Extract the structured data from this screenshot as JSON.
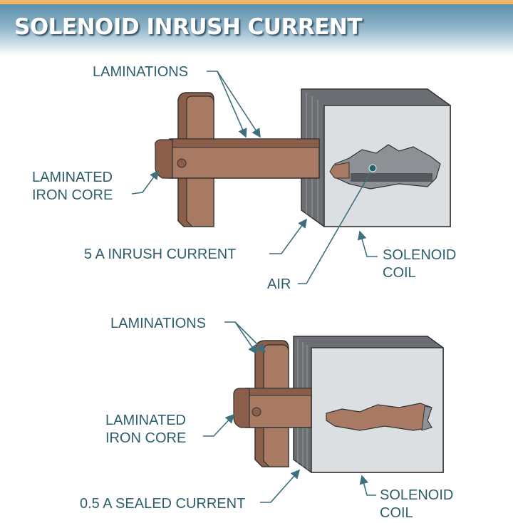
{
  "title": "SOLENOID INRUSH CURRENT",
  "top_diagram": {
    "laminations": "LAMINATIONS",
    "core_line1": "LAMINATED",
    "core_line2": "IRON CORE",
    "current": "5 A INRUSH CURRENT",
    "coil_line1": "SOLENOID",
    "coil_line2": "COIL",
    "air": "AIR"
  },
  "bottom_diagram": {
    "laminations": "LAMINATIONS",
    "core_line1": "LAMINATED",
    "core_line2": "IRON CORE",
    "current": "0.5 A SEALED CURRENT",
    "coil_line1": "SOLENOID",
    "coil_line2": "COIL"
  },
  "colors": {
    "core": "#a97a63",
    "coil_face": "#dcdfe2",
    "coil_side": "#6b6e72",
    "label": "#2e5e6c",
    "accent": "#f2b66a"
  }
}
